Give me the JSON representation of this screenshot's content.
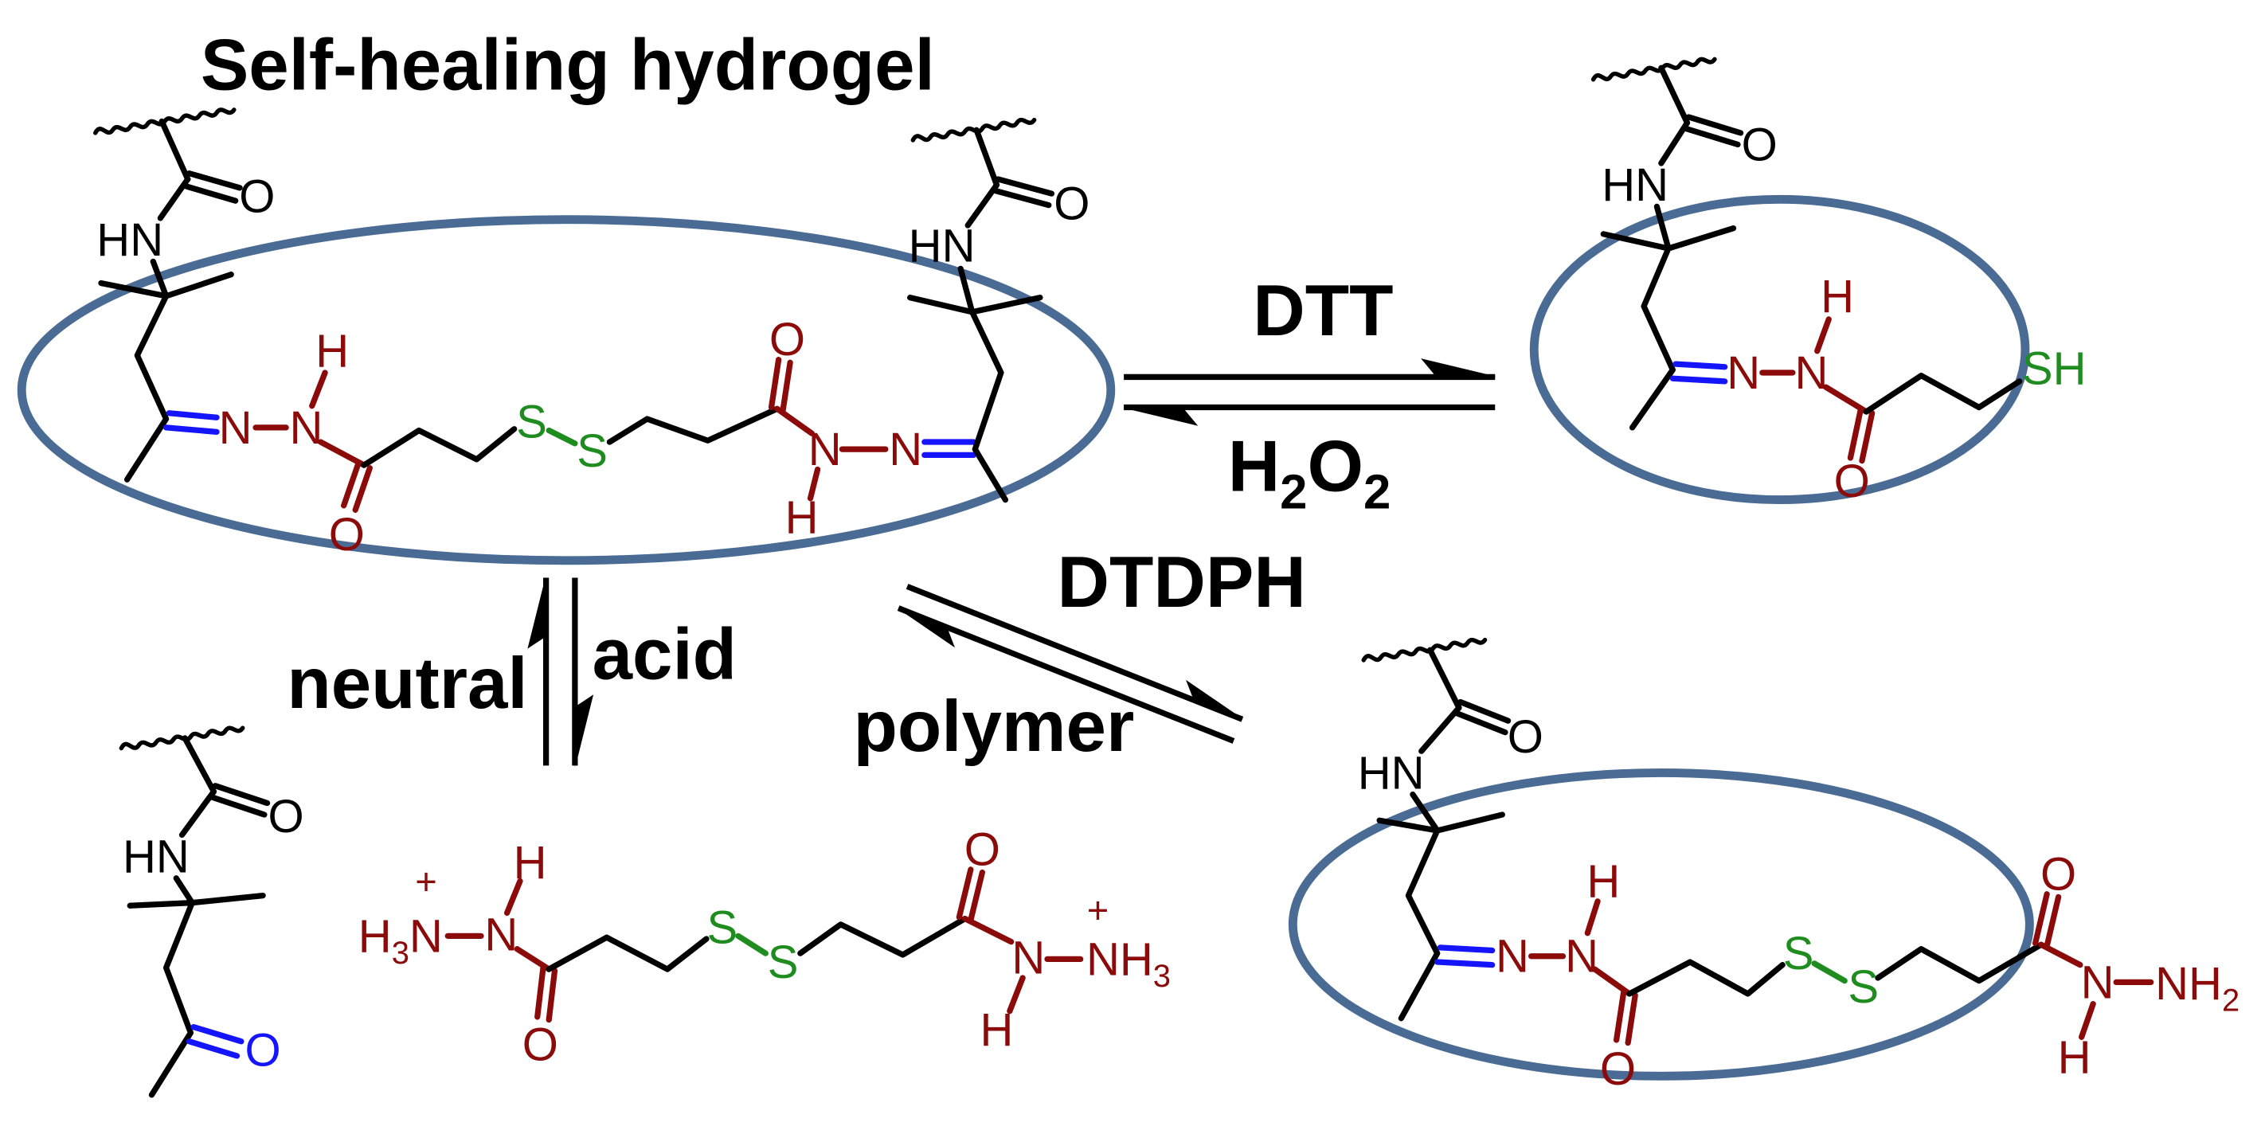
{
  "title": "Self-healing hydrogel",
  "conditions": {
    "dtt": "DTT",
    "h2o2": {
      "h": "H",
      "h_sub": "2",
      "o": "O",
      "o_sub": "2"
    },
    "dtdph": "DTDPH",
    "polymer": "polymer",
    "neutral": "neutral",
    "acid": "acid"
  },
  "molecules": {
    "hydrogel": {
      "labels": [
        "O",
        "HN",
        "N",
        "N",
        "H",
        "O",
        "S",
        "S",
        "O",
        "N",
        "H",
        "N",
        "HN",
        "O"
      ]
    },
    "thiol_product": {
      "labels": [
        "O",
        "HN",
        "N",
        "N",
        "H",
        "O",
        "SH"
      ]
    },
    "ketone_polymer": {
      "labels": [
        "O",
        "HN",
        "O"
      ]
    },
    "dtdph_salt": {
      "labels": [
        "+",
        "H",
        "3",
        "N",
        "N",
        "H",
        "O",
        "S",
        "S",
        "O",
        "N",
        "H",
        "+",
        "NH",
        "3"
      ]
    },
    "hydrazide_polymer": {
      "labels": [
        "O",
        "HN",
        "N",
        "N",
        "H",
        "O",
        "S",
        "S",
        "O",
        "N",
        "H",
        "NH",
        "2"
      ]
    }
  },
  "colors": {
    "bond": "#000000",
    "hydrazide": "#8b0a0a",
    "disulfide": "#1f8c1f",
    "imine": "#1414ff",
    "ellipse": "#4a6b94"
  }
}
